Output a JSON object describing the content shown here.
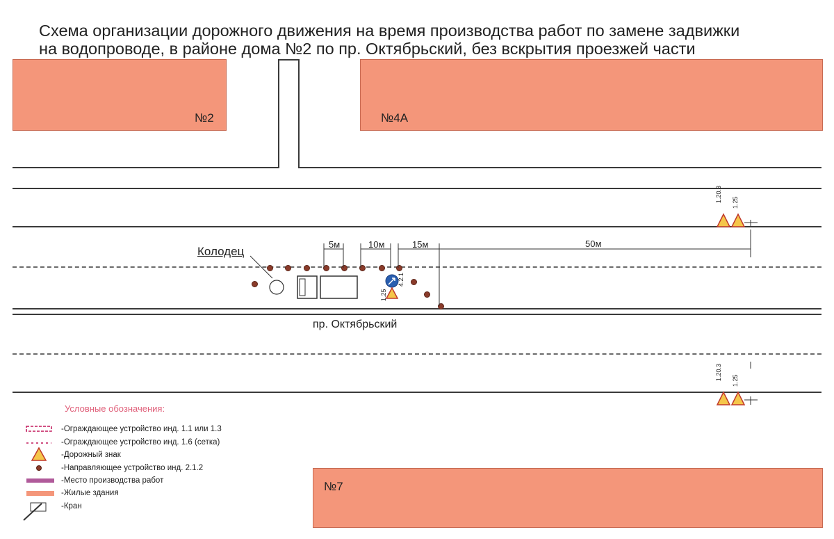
{
  "title_line1": "Схема организации дорожного движения на время производства работ по замене задвижки",
  "title_line2": "на водопроводе, в районе дома №2 по пр. Октябрьский, без вскрытия проезжей части",
  "buildings": {
    "b2": "№2",
    "b4a": "№4А",
    "b7": "№7"
  },
  "labels": {
    "well": "Колодец",
    "street": "пр. Октябрьский",
    "d5": "5м",
    "d10": "10м",
    "d15": "15м",
    "d50": "50м"
  },
  "signs": {
    "s1203": "1.20.3",
    "s125": "1.25",
    "s421": "4.2.1"
  },
  "legend": {
    "title": "Условные обозначения:",
    "items": [
      "-Ограждающее устройство инд. 1.1 или 1.3",
      "-Ограждающее устройство инд. 1.6 (сетка)",
      "-Дорожный знак",
      "-Направляющее устройство инд. 2.1.2",
      "-Место производства работ",
      "-Жилые здания",
      "-Кран"
    ]
  },
  "colors": {
    "building": "#f4967a",
    "legend_title": "#e0607a",
    "cone": "#8a3b2a",
    "sign_blue": "#2a5fb0"
  }
}
